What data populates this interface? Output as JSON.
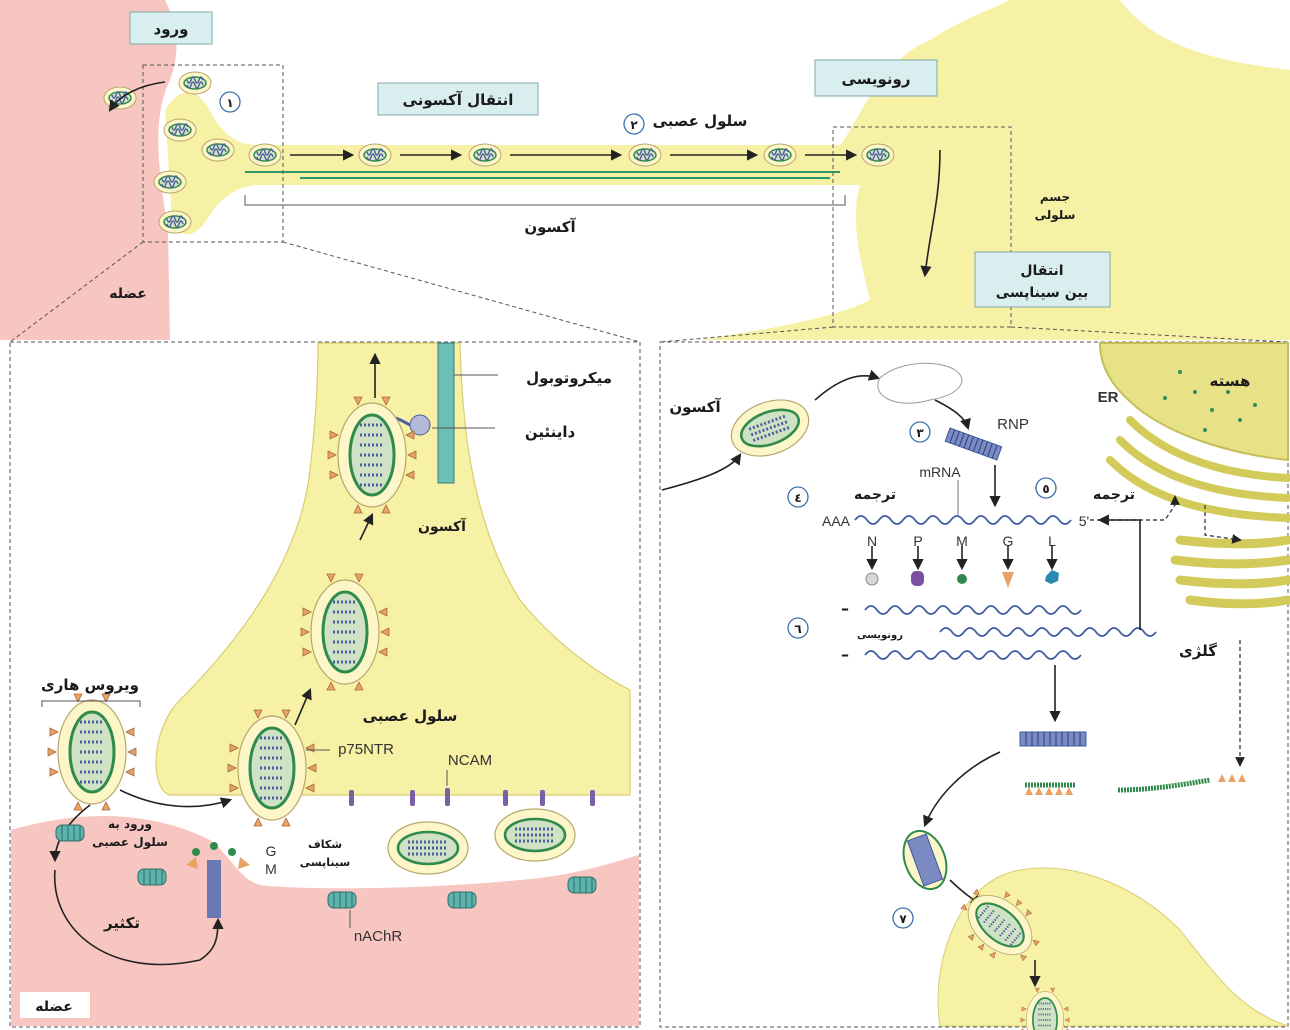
{
  "top": {
    "entry": "ورود",
    "axonal_transport": "انتقال آکسونی",
    "transcription": "رونویسی",
    "neuron": "سلول عصبی",
    "axon": "آکسون",
    "cell_body_line1": "جسم",
    "cell_body_line2": "سلولی",
    "transsynaptic_line1": "انتقال",
    "transsynaptic_line2": "بین سیناپسی",
    "muscle": "عضله",
    "step1": "١",
    "step2": "٢"
  },
  "left": {
    "microtubule": "میکروتوبول",
    "dynein": "داینئین",
    "axon": "آکسون",
    "rabies_virus": "ویروس هاری",
    "neuron": "سلول عصبی",
    "p75ntr": "p75NTR",
    "ncam": "NCAM",
    "entry_line1": "ورود به",
    "entry_line2": "سلول عصبی",
    "g": "G",
    "m": "M",
    "cleft_line1": "شکاف",
    "cleft_line2": "سیناپسی",
    "replication": "تکثیر",
    "nachr": "nAChR",
    "muscle": "عضله"
  },
  "right": {
    "axon": "آکسون",
    "rnp": "RNP",
    "nucleus": "هسته",
    "er": "ER",
    "mrna": "mRNA",
    "translation_a": "ترجمه",
    "translation_b": "ترجمه",
    "aaa": "AAA",
    "five_prime": "5'",
    "proteins": [
      "N",
      "P",
      "M",
      "G",
      "L"
    ],
    "transcription": "رونویسی",
    "minus": "–",
    "golgi": "گلژی",
    "step3": "٣",
    "step4": "٤",
    "step5": "٥",
    "step6": "٦",
    "step7": "٧"
  }
}
